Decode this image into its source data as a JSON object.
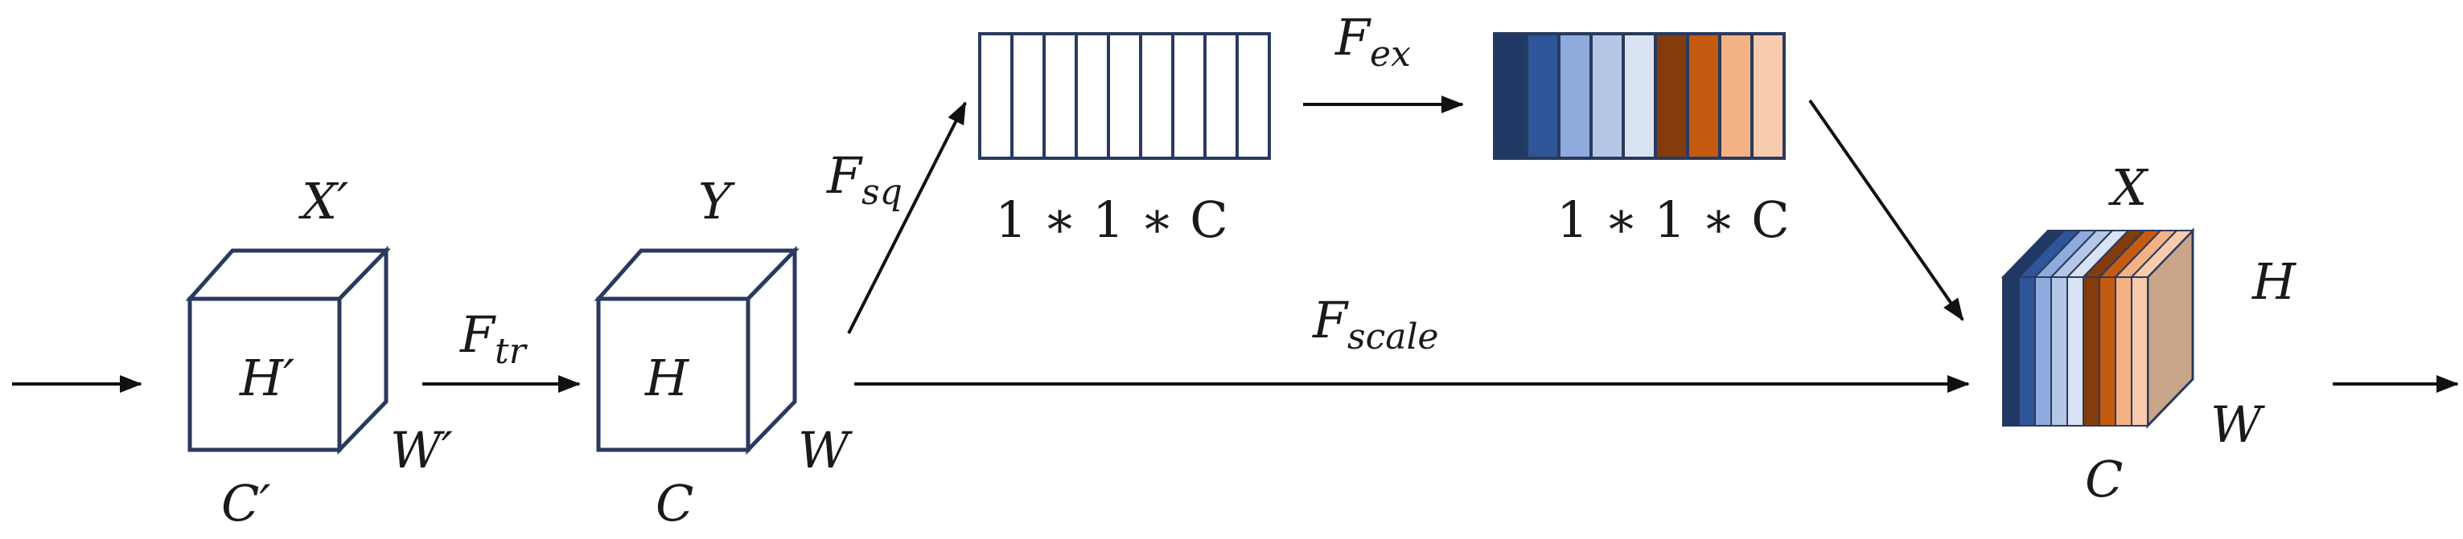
{
  "labels": {
    "cube_input": {
      "top": "X′",
      "center": "H′",
      "right": "W′",
      "bottom": "C′"
    },
    "cube_u": {
      "top": "Y",
      "center": "H",
      "right": "W",
      "bottom": "C"
    },
    "cube_output": {
      "top": "X",
      "right_top": "H",
      "right_bottom": "W",
      "bottom": "C"
    },
    "op_transform": {
      "main": "F",
      "sub": "tr"
    },
    "op_squeeze": {
      "main": "F",
      "sub": "sq"
    },
    "op_excitation": {
      "main": "F",
      "sub": "ex"
    },
    "op_scale": {
      "main": "F",
      "sub": "scale"
    },
    "squeezed_vector_dims": "1 ∗ 1 ∗ C",
    "excited_vector_dims": "1 ∗ 1 ∗ C"
  },
  "colors": {
    "outline": "#2a3a5e",
    "squeezed_cells": [
      "#ffffff",
      "#ffffff",
      "#ffffff",
      "#ffffff",
      "#ffffff",
      "#ffffff",
      "#ffffff",
      "#ffffff",
      "#ffffff"
    ],
    "excited_cells": [
      "#1f3864",
      "#2e5597",
      "#8faadc",
      "#b4c7e7",
      "#dae3f3",
      "#843c0c",
      "#c55a11",
      "#f4b183",
      "#f8cbad"
    ],
    "output_slices": [
      "#1f3864",
      "#2e5597",
      "#8faadc",
      "#b4c7e7",
      "#dae3f3",
      "#843c0c",
      "#c55a11",
      "#f4b183",
      "#f8cbad"
    ],
    "output_side": "#c9a58a",
    "output_top": "#e8d2c2"
  }
}
